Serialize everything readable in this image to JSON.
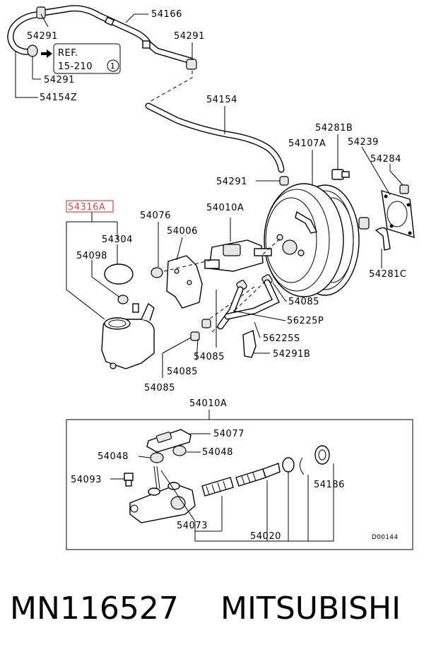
{
  "colors": {
    "highlight": "#d14a4a",
    "ink": "#000000"
  },
  "ref_box": {
    "line1": "REF.",
    "line2": "15-210",
    "circle_number": "1"
  },
  "labels": {
    "l54166": "54166",
    "l54291_a": "54291",
    "l54291_b": "54291",
    "l54291_c": "54291",
    "l54154z": "54154Z",
    "l54154": "54154",
    "l54281b": "54281B",
    "l54107a": "54107A",
    "l54239": "54239",
    "l54284": "54284",
    "l54291_d": "54291",
    "l54316a": "54316A",
    "l54076": "54076",
    "l54010a_top": "54010A",
    "l54304": "54304",
    "l54006": "54006",
    "l54098": "54098",
    "l54281c": "54281C",
    "l54085_a": "54085",
    "l56225p": "56225P",
    "l56225s": "56225S",
    "l54085_b": "54085",
    "l54291b": "54291B",
    "l54085_c": "54085",
    "l54085_d": "54085",
    "l54010a_box": "54010A",
    "l54077": "54077",
    "l54048_a": "54048",
    "l54048_b": "54048",
    "l54093": "54093",
    "l54186": "54186",
    "l54073": "54073",
    "l54020": "54020",
    "diagram_code": "D00144"
  },
  "footer": {
    "part_number": "MN116527",
    "brand": "MITSUBISHI"
  }
}
